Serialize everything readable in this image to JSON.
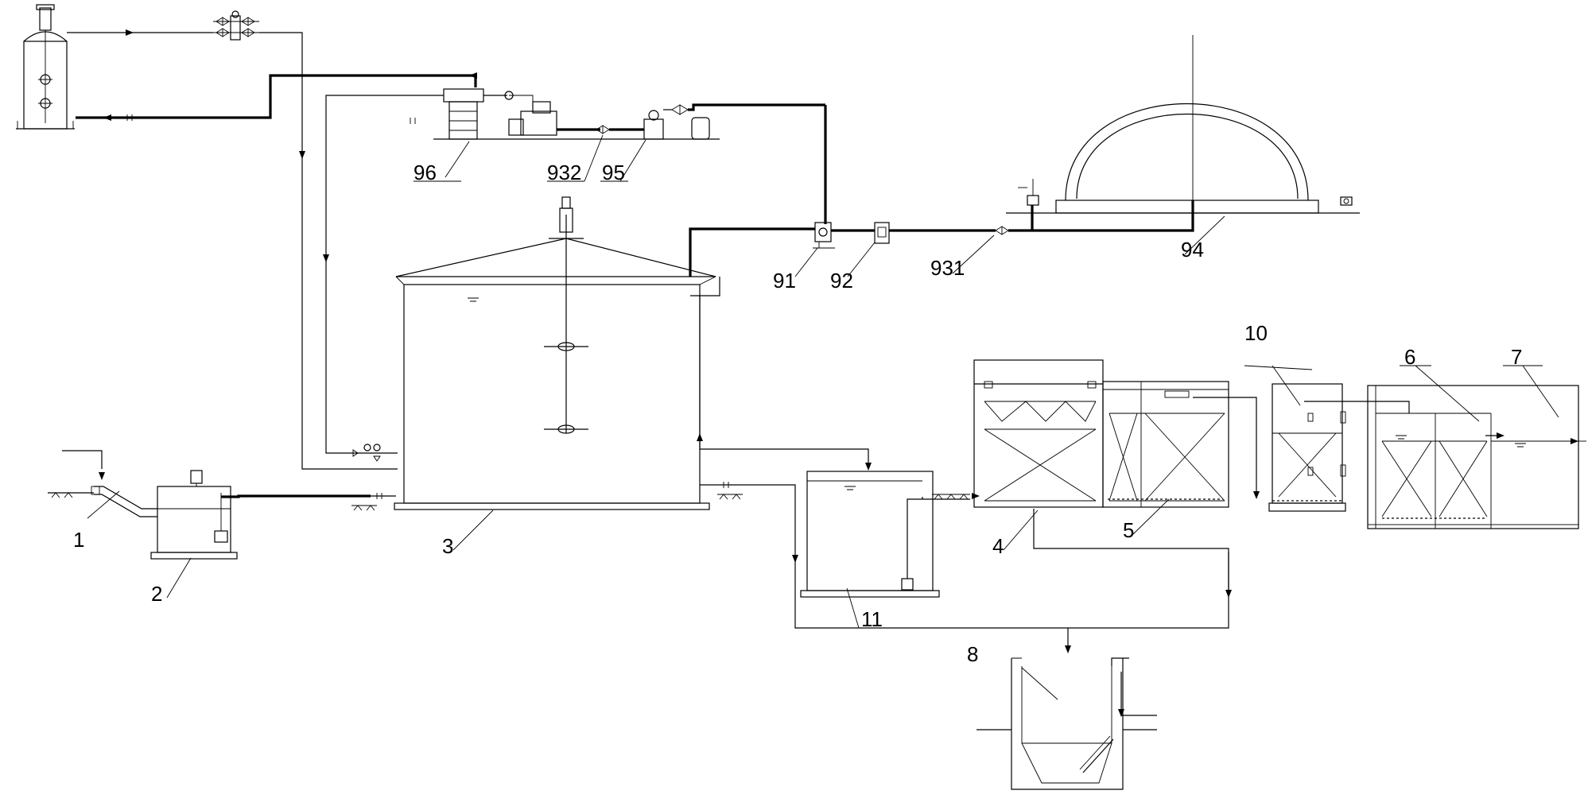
{
  "labels": {
    "l1": "1",
    "l2": "2",
    "l3": "3",
    "l4": "4",
    "l5": "5",
    "l6": "6",
    "l7": "7",
    "l8": "8",
    "l10": "10",
    "l11": "11",
    "l91": "91",
    "l92": "92",
    "l931": "931",
    "l932": "932",
    "l94": "94",
    "l95": "95",
    "l96": "96"
  }
}
